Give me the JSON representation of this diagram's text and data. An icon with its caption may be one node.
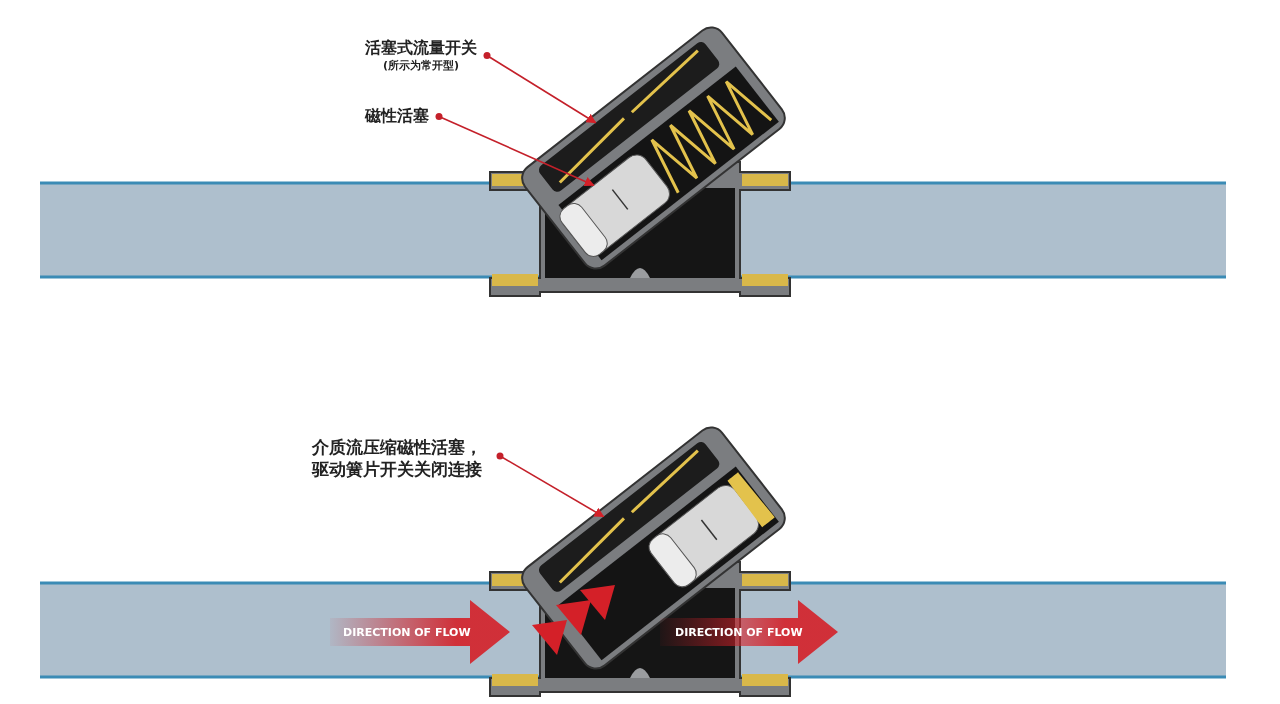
{
  "diagram": {
    "nodes": [
      {
        "text": [
          "活塞式流量开关",
          "(所示为常开型)"
        ]
      },
      {
        "text": [],
        "shape": "picture"
      },
      {
        "text": [
          "磁性活塞"
        ]
      },
      {
        "text": [],
        "shape": "picture"
      },
      {
        "text": [
          "介质流压缩磁性活塞，驱动簧片开关关闭连接"
        ]
      },
      {
        "text": [],
        "shape": "picture"
      }
    ],
    "edges": [
      {
        "from": 0,
        "to": 1,
        "arrow": "to"
      },
      {
        "from": 2,
        "to": 3,
        "arrow": "to"
      },
      {
        "from": 4,
        "to": 5,
        "arrow": "to"
      }
    ],
    "labels": [
      "DIRECTION OF FLOW",
      "DIRECTION OF FLOW"
    ]
  }
}
